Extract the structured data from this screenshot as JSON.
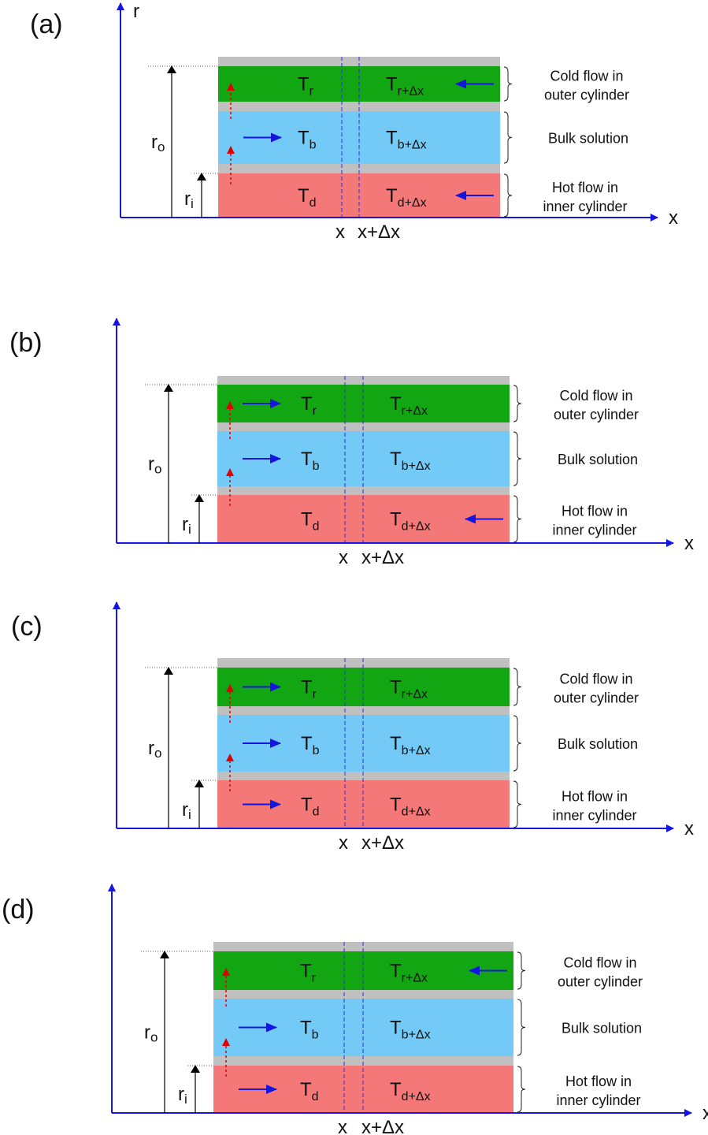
{
  "colors": {
    "axis": "#1515e0",
    "wall": "#c0c0c0",
    "cold": "#12a612",
    "bulk": "#73caf7",
    "hot": "#f47878",
    "flow_arrow": "#1515e0",
    "heat_arrow": "#e00000"
  },
  "axis_labels": {
    "r": "r",
    "x": "x"
  },
  "position_labels": {
    "x": "x",
    "x_dx": "x+Δx"
  },
  "radius_labels": {
    "outer": "r",
    "outer_sub": "o",
    "inner": "r",
    "inner_sub": "i"
  },
  "temps": {
    "cold": {
      "main": "T",
      "sub": "r",
      "sub_dx": "r+Δx"
    },
    "bulk": {
      "main": "T",
      "sub": "b",
      "sub_dx": "b+Δx"
    },
    "hot": {
      "main": "T",
      "sub": "d",
      "sub_dx": "d+Δx"
    }
  },
  "side_labels": {
    "cold": [
      "Cold flow in",
      "outer cylinder"
    ],
    "hot": [
      "Hot flow in",
      "inner cylinder"
    ]
  },
  "panels": [
    {
      "tag": "(a)",
      "bulk_label": "Bulk solution",
      "cold_flow": "left",
      "bulk_flow": "right",
      "hot_flow": "left"
    },
    {
      "tag": "(b)",
      "bulk_label": "Bulk solution",
      "cold_flow": "right",
      "bulk_flow": "right",
      "hot_flow": "left"
    },
    {
      "tag": "(c)",
      "bulk_label": "Bulk solution",
      "cold_flow": "right",
      "bulk_flow": "right",
      "hot_flow": "right"
    },
    {
      "tag": "(d)",
      "bulk_label": "Bulk  solution",
      "cold_flow": "left",
      "bulk_flow": "right",
      "hot_flow": "right"
    }
  ]
}
